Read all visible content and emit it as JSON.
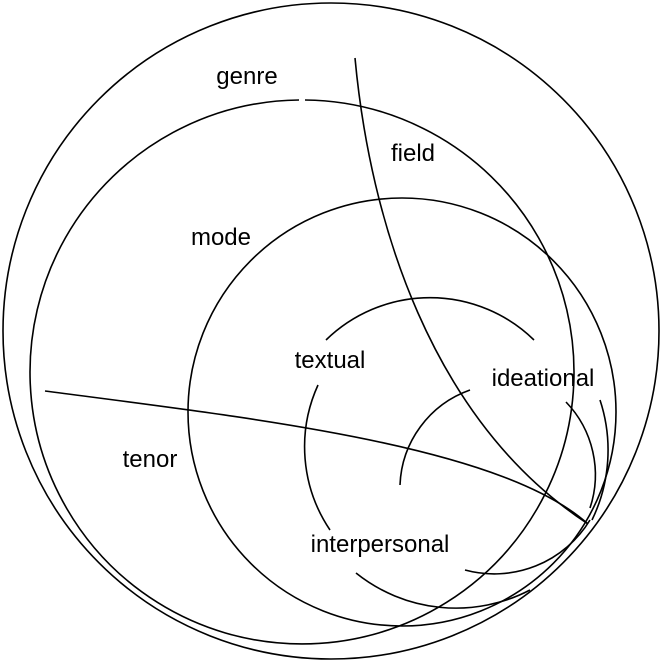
{
  "labels": {
    "genre": "genre",
    "field": "field",
    "mode": "mode",
    "textual": "textual",
    "ideational": "ideational",
    "tenor": "tenor",
    "interpersonal": "interpersonal"
  },
  "colors": {
    "stroke": "#000000",
    "background": "#ffffff"
  }
}
